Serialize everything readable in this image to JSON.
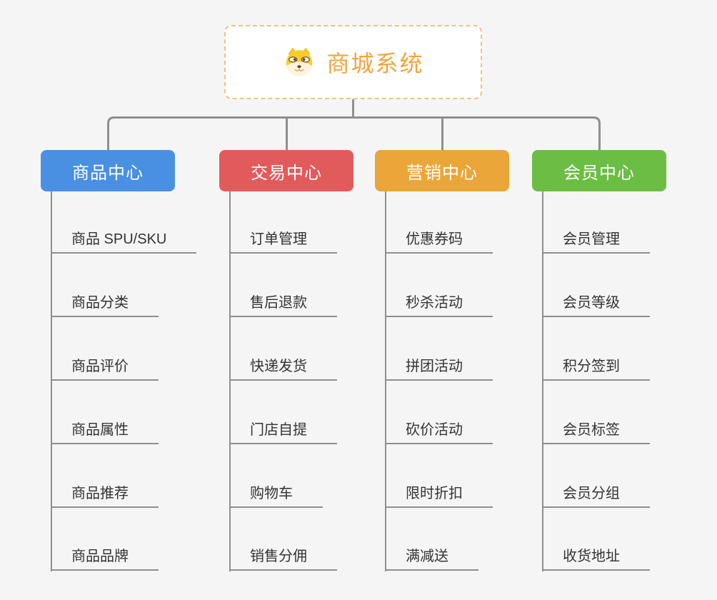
{
  "canvas": {
    "background_color": "#f5f5f6",
    "connector_color": "#8f8f8f"
  },
  "root": {
    "title": "商城系统",
    "icon": "dog-face-icon",
    "text_color": "#f2a43c",
    "border_color": "#f2c27e"
  },
  "branches": [
    {
      "label": "商品中心",
      "color": "#4a90e2",
      "items": [
        "商品 SPU/SKU",
        "商品分类",
        "商品评价",
        "商品属性",
        "商品推荐",
        "商品品牌"
      ]
    },
    {
      "label": "交易中心",
      "color": "#e25b5c",
      "items": [
        "订单管理",
        "售后退款",
        "快递发货",
        "门店自提",
        "购物车",
        "销售分佣"
      ]
    },
    {
      "label": "营销中心",
      "color": "#eaa638",
      "items": [
        "优惠券码",
        "秒杀活动",
        "拼团活动",
        "砍价活动",
        "限时折扣",
        "满减送"
      ]
    },
    {
      "label": "会员中心",
      "color": "#6bbe43",
      "items": [
        "会员管理",
        "会员等级",
        "积分签到",
        "会员标签",
        "会员分组",
        "收货地址"
      ]
    }
  ]
}
